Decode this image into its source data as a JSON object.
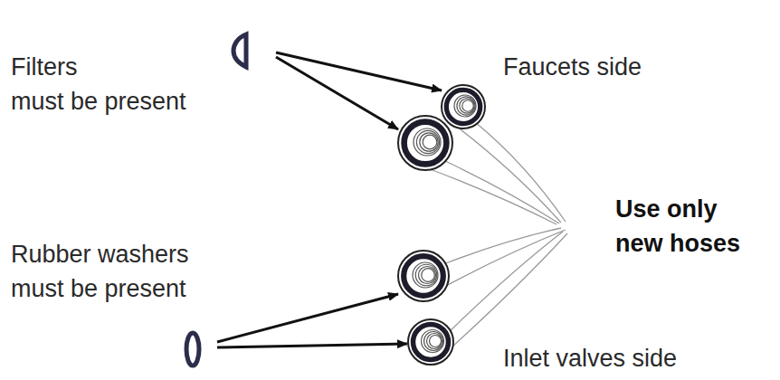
{
  "diagram": {
    "labels": [
      "Filters must be present",
      "Faucets side",
      "Use only new hoses",
      "Rubber washers must be present",
      "Inlet valves side"
    ]
  }
}
